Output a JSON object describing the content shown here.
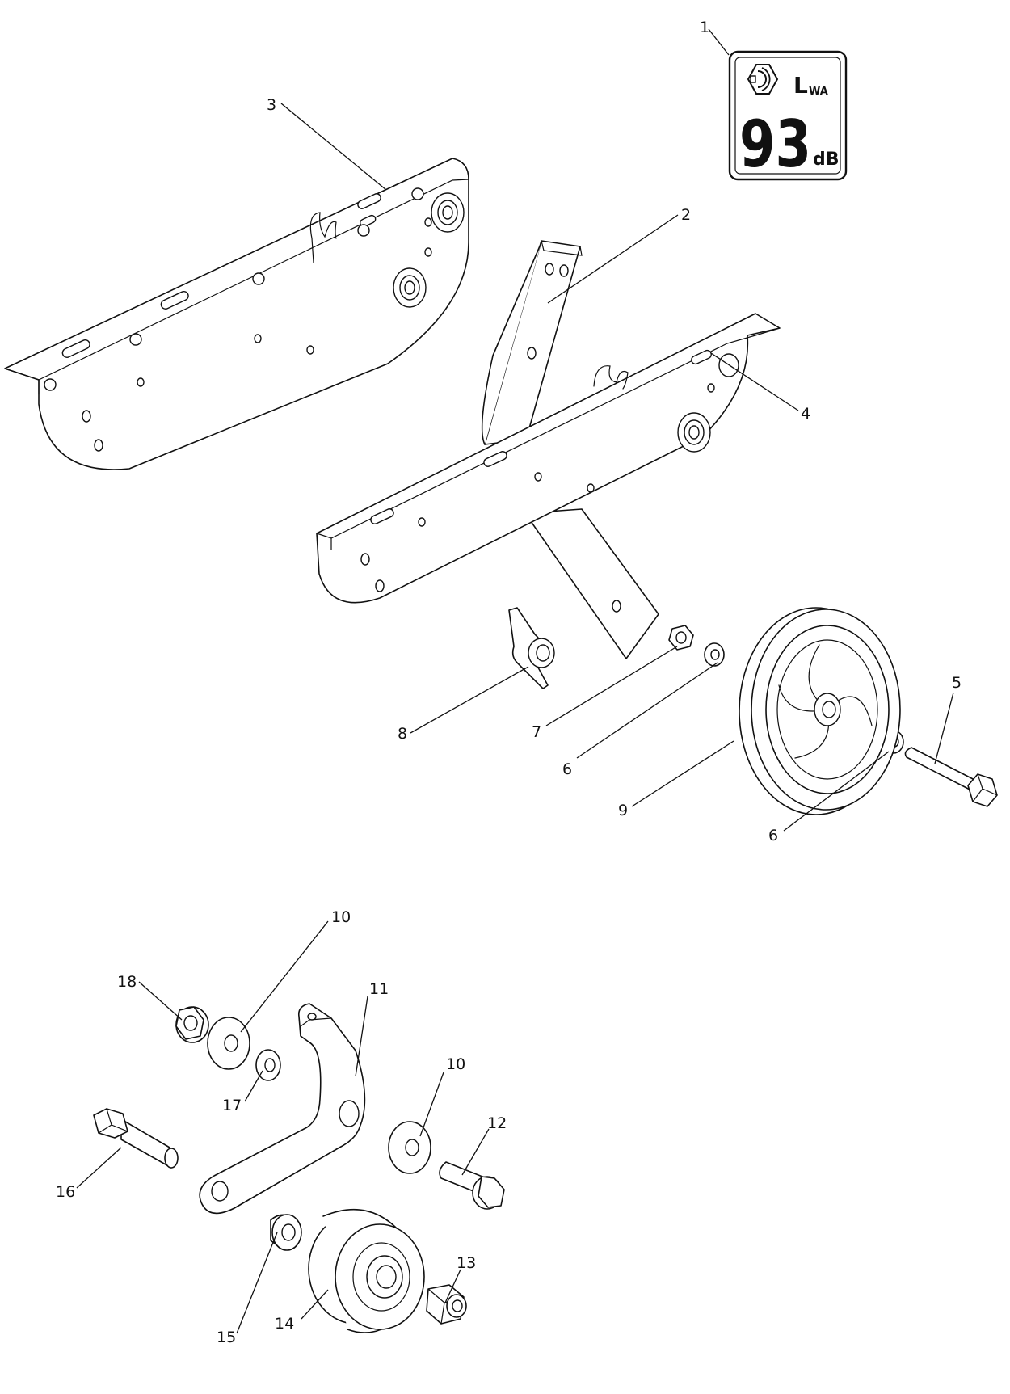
{
  "noise_label": {
    "symbol": "Lwa",
    "symbol_main": "L",
    "symbol_sub": "WA",
    "value": "93",
    "unit": "dB"
  },
  "callouts": [
    "1",
    "2",
    "3",
    "4",
    "5",
    "6",
    "6",
    "7",
    "8",
    "9",
    "10",
    "10",
    "11",
    "12",
    "13",
    "14",
    "15",
    "16",
    "17",
    "18"
  ],
  "parts": [
    {
      "id": "1",
      "name": "sound-power-label"
    },
    {
      "id": "2",
      "name": "wheel-bracket-arm"
    },
    {
      "id": "3",
      "name": "left-side-plate"
    },
    {
      "id": "4",
      "name": "right-side-plate"
    },
    {
      "id": "5",
      "name": "axle-bolt"
    },
    {
      "id": "6",
      "name": "washer"
    },
    {
      "id": "7",
      "name": "nut"
    },
    {
      "id": "8",
      "name": "wing-knob"
    },
    {
      "id": "9",
      "name": "transport-wheel"
    },
    {
      "id": "10",
      "name": "flat-washer"
    },
    {
      "id": "11",
      "name": "tension-arm"
    },
    {
      "id": "12",
      "name": "flange-bolt"
    },
    {
      "id": "13",
      "name": "lock-nut"
    },
    {
      "id": "14",
      "name": "idler-pulley"
    },
    {
      "id": "15",
      "name": "spacer"
    },
    {
      "id": "16",
      "name": "shoulder-bolt"
    },
    {
      "id": "17",
      "name": "small-spacer"
    },
    {
      "id": "18",
      "name": "flange-nut"
    }
  ]
}
